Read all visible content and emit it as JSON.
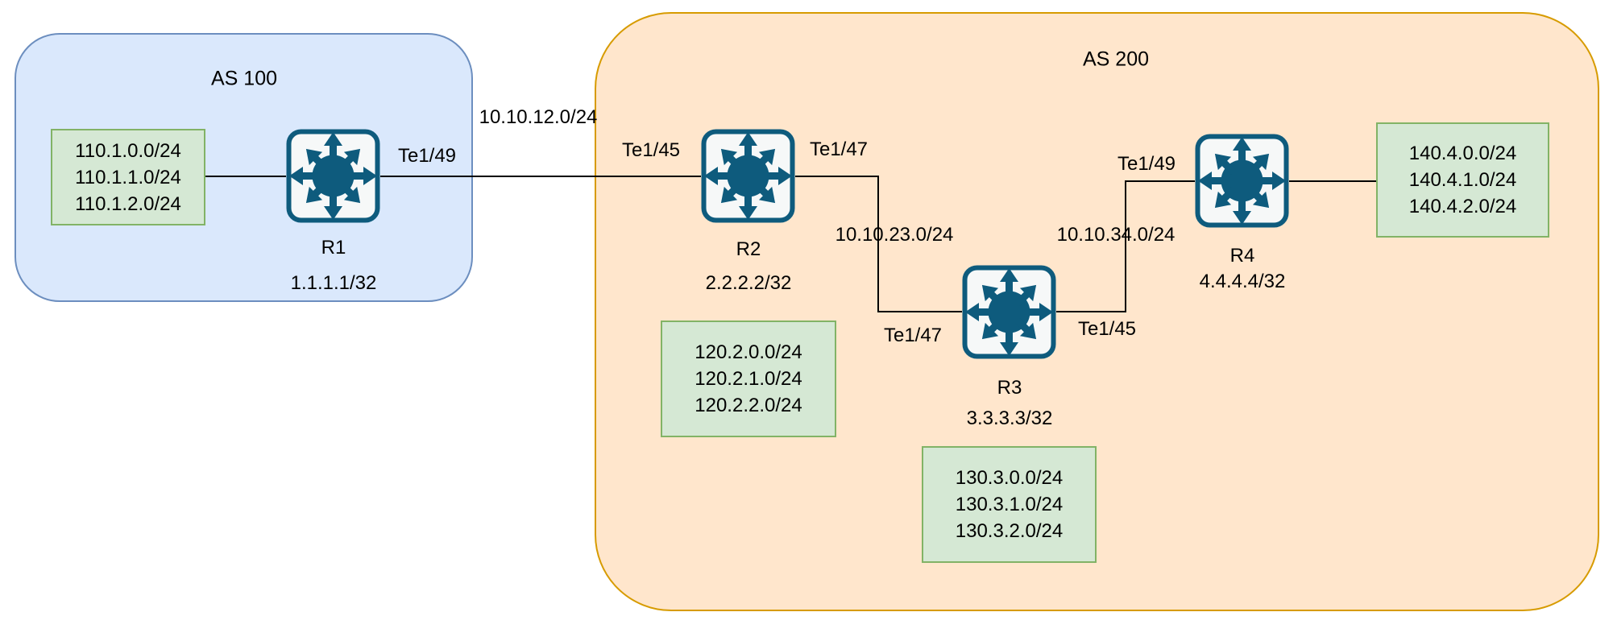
{
  "colors": {
    "as100_fill": "#dae8fc",
    "as100_border": "#6c8ebf",
    "as200_fill": "#ffe6cc",
    "as200_border": "#d79b00",
    "subnet_fill": "#d5e8d4",
    "subnet_border": "#82b366",
    "icon": "#0e5b7d",
    "icon_bg": "#f6f8f8",
    "link": "#000000",
    "text": "#000000"
  },
  "as_groups": [
    {
      "label": "AS 100"
    },
    {
      "label": "AS 200"
    }
  ],
  "routers": [
    {
      "name": "R1",
      "loopback": "1.1.1.1/32",
      "lan_subnets": [
        "110.1.0.0/24",
        "110.1.1.0/24",
        "110.1.2.0/24"
      ]
    },
    {
      "name": "R2",
      "loopback": "2.2.2.2/32",
      "lan_subnets": [
        "120.2.0.0/24",
        "120.2.1.0/24",
        "120.2.2.0/24"
      ]
    },
    {
      "name": "R3",
      "loopback": "3.3.3.3/32",
      "lan_subnets": [
        "130.3.0.0/24",
        "130.3.1.0/24",
        "130.3.2.0/24"
      ]
    },
    {
      "name": "R4",
      "loopback": "4.4.4.4/32",
      "lan_subnets": [
        "140.4.0.0/24",
        "140.4.1.0/24",
        "140.4.2.0/24"
      ]
    }
  ],
  "links": [
    {
      "subnet": "10.10.12.0/24",
      "from": "R1",
      "from_port": "Te1/49",
      "to": "R2",
      "to_port": "Te1/45"
    },
    {
      "subnet": "10.10.23.0/24",
      "from": "R2",
      "from_port": "Te1/47",
      "to": "R3",
      "to_port": "Te1/47"
    },
    {
      "subnet": "10.10.34.0/24",
      "from": "R3",
      "from_port": "Te1/45",
      "to": "R4",
      "to_port": "Te1/49"
    }
  ]
}
